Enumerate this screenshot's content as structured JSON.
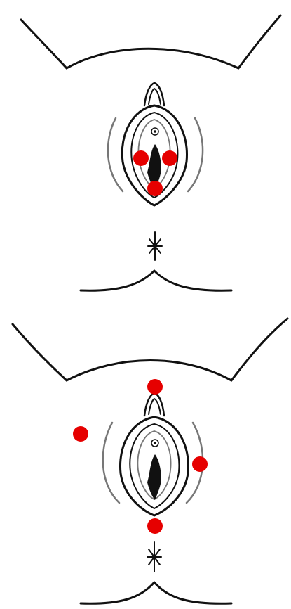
{
  "panels": [
    {
      "id": "top",
      "markers": [
        {
          "name": "left-labium-marker",
          "color": "#e60000"
        },
        {
          "name": "right-labium-marker",
          "color": "#e60000"
        },
        {
          "name": "fourchette-marker",
          "color": "#e60000"
        }
      ]
    },
    {
      "id": "bottom",
      "markers": [
        {
          "name": "mons-marker",
          "color": "#e60000"
        },
        {
          "name": "left-thigh-marker",
          "color": "#e60000"
        },
        {
          "name": "right-labium-outer-marker",
          "color": "#e60000"
        },
        {
          "name": "perineum-marker",
          "color": "#e60000"
        }
      ]
    }
  ],
  "colors": {
    "line": "#111111",
    "shadow": "#777777",
    "marker": "#e60000"
  }
}
